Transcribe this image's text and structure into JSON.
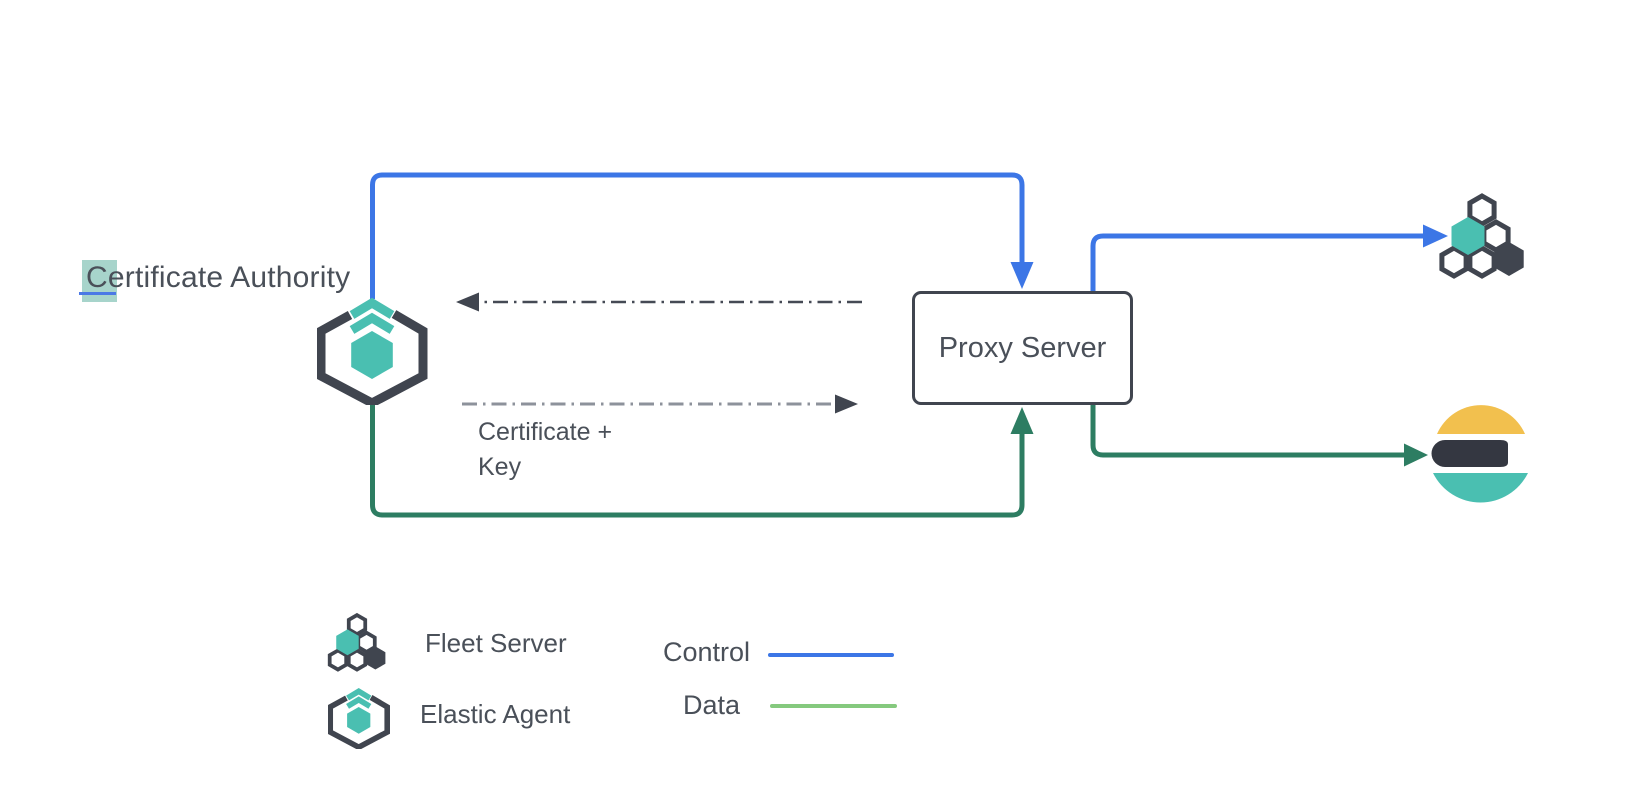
{
  "diagram": {
    "certificate_authority": {
      "label": "Certificate Authority",
      "selected_prefix": "C"
    },
    "proxy_server": {
      "label": "Proxy Server"
    },
    "certificate_key_note": {
      "line1": "Certificate +",
      "line2": "Key"
    },
    "icons": {
      "elastic_agent": "elastic-agent-icon",
      "fleet_server": "fleet-server-icon",
      "elasticsearch": "elasticsearch-logo",
      "proxy": "proxy-server-box"
    },
    "flows": {
      "control": {
        "name": "Control",
        "color": "#3c76e6"
      },
      "data": {
        "name": "Data",
        "color": "#2d7d62"
      },
      "certificate_exchange": {
        "style": "dash-dot",
        "color": "#454a55"
      }
    }
  },
  "legend": {
    "items": [
      {
        "icon": "fleet-server-icon",
        "label": "Fleet Server"
      },
      {
        "icon": "elastic-agent-icon",
        "label": "Elastic Agent"
      }
    ],
    "flows": [
      {
        "label": "Control",
        "color": "#3c76e6"
      },
      {
        "label": "Data",
        "color": "#85c97e"
      }
    ]
  },
  "colors": {
    "control_blue": "#3c76e6",
    "data_green": "#2d7d62",
    "legend_data_green": "#85c97e",
    "teal": "#4abfb1",
    "slate": "#40454f",
    "yellow": "#f2c04e",
    "text": "#4a5059",
    "selection_highlight": "#a7d4cb",
    "caret_blue": "#4b79e6",
    "dashed_gray": "#8d929b"
  }
}
